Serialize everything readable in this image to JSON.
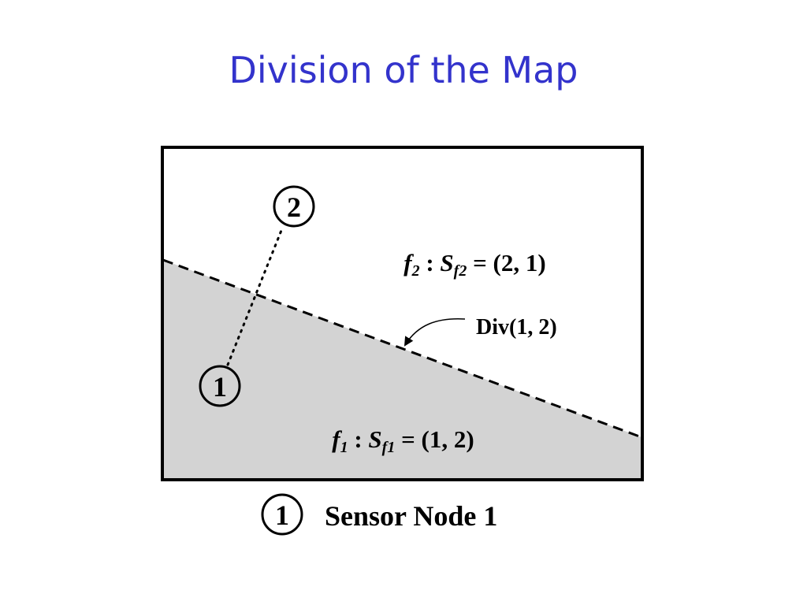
{
  "title": "Division of the Map",
  "diagram": {
    "nodes": [
      {
        "id": "node-1",
        "label": "1"
      },
      {
        "id": "node-2",
        "label": "2"
      }
    ],
    "regions": [
      {
        "id": "f2",
        "func": "f",
        "func_sub": "2",
        "sep": " : ",
        "set": "S",
        "set_sub": "f2",
        "value": " = (2, 1)"
      },
      {
        "id": "f1",
        "func": "f",
        "func_sub": "1",
        "sep": " : ",
        "set": "S",
        "set_sub": "f1",
        "value": " = (1, 2)"
      }
    ],
    "division_label": "Div(1, 2)",
    "colors": {
      "title": "#3333cc",
      "shaded_region": "#d3d3d3",
      "stroke": "#000000"
    }
  },
  "legend": {
    "symbol_label": "1",
    "text": "Sensor Node 1"
  }
}
